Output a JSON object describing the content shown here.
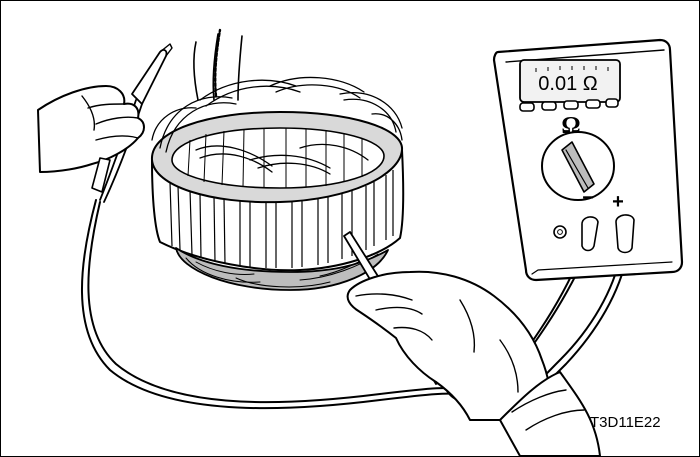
{
  "multimeter": {
    "display_reading": "0.01 Ω",
    "range_symbol": "Ω",
    "negative_terminal_label": "−",
    "positive_terminal_label": "+"
  },
  "figure": {
    "code": "T3D11E22"
  }
}
